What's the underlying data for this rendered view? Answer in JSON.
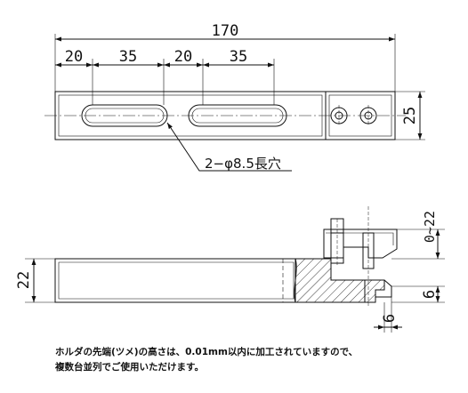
{
  "top_view": {
    "dim_total": "170",
    "dim_segments": [
      "20",
      "35",
      "20",
      "35"
    ],
    "dim_height": "25",
    "slot_callout": "2−φ8.5長穴"
  },
  "side_view": {
    "dim_height": "22",
    "dim_adjust": "0~22",
    "dim_tip_height": "6",
    "dim_tip_width": "6"
  },
  "note": {
    "line1": "ホルダの先端(ツメ)の高さは、0.01mm以内に加工されていますので、",
    "line2": "複数台並列でご使用いただけます。"
  }
}
